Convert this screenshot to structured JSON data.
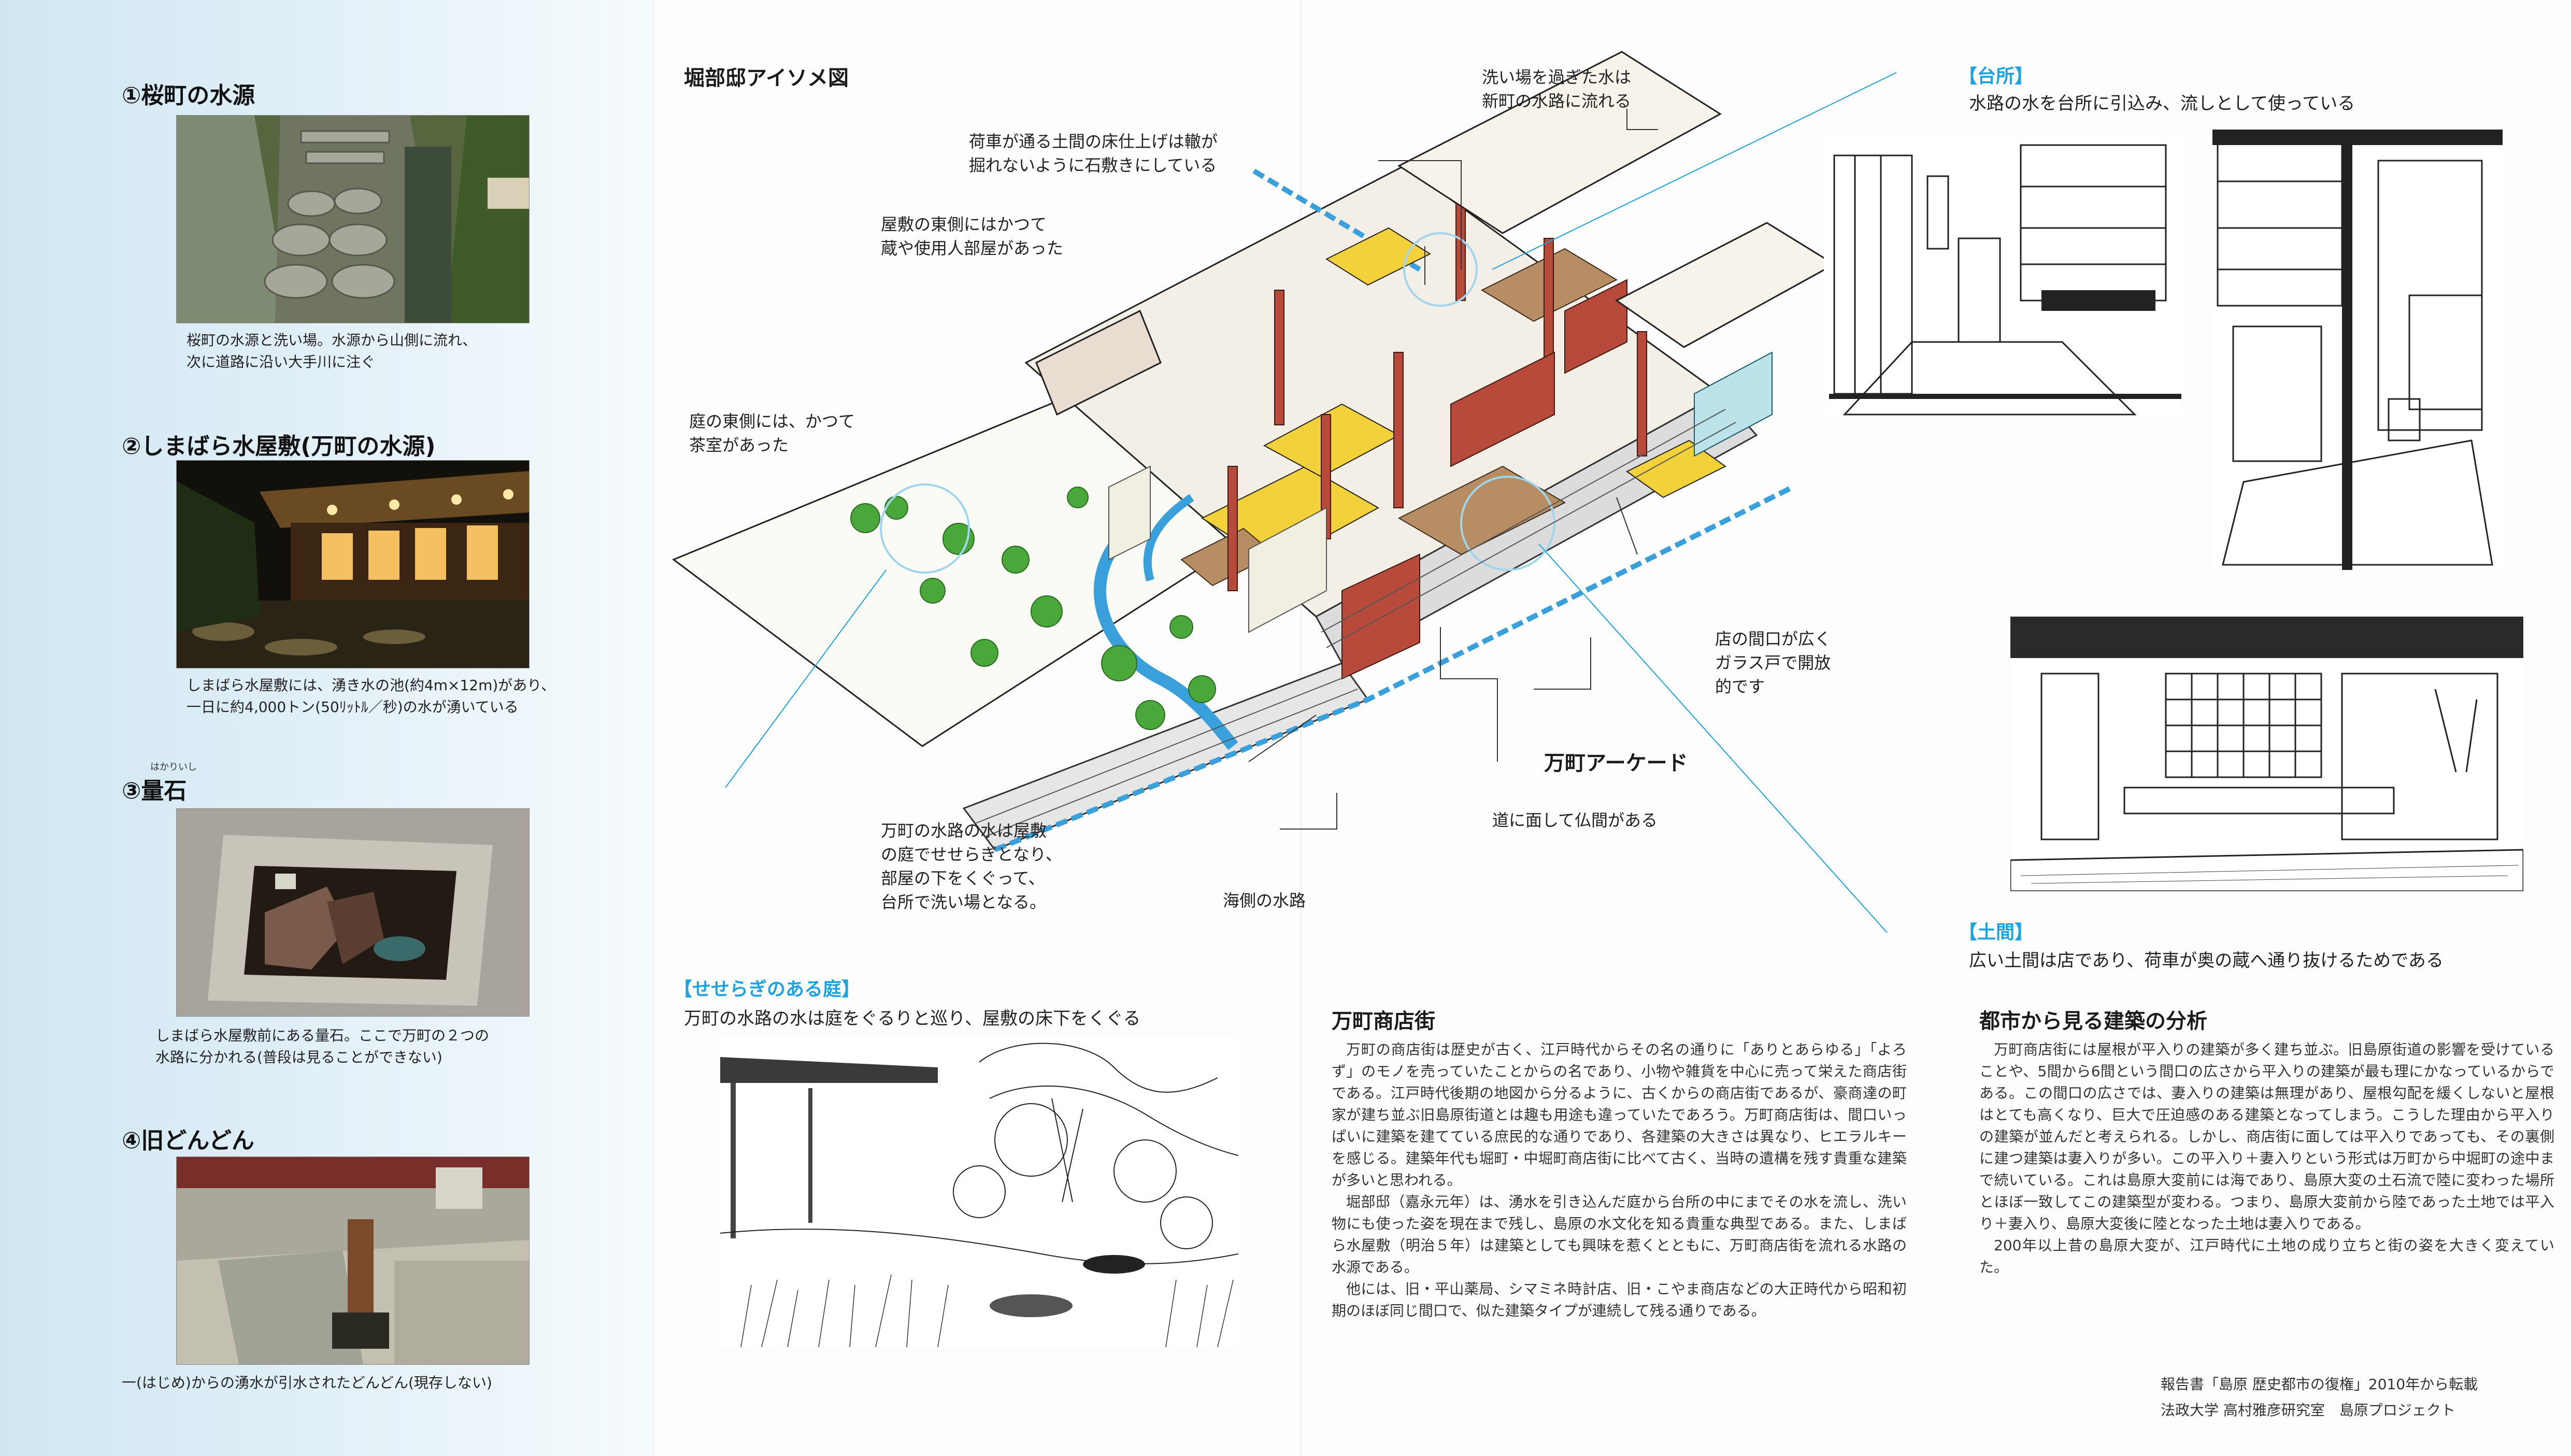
{
  "left": {
    "items": [
      {
        "title": "①桜町の水源",
        "caption": "桜町の水源と洗い場。水源から山側に流れ、\n次に道路に沿い大手川に注ぐ"
      },
      {
        "title": "②しまばら水屋敷(万町の水源)",
        "caption": "しまばら水屋敷には、湧き水の池(約4m×12m)があり、\n一日に約4,000トン(50ﾘｯﾄﾙ／秒)の水が湧いている"
      },
      {
        "title": "③量石",
        "ruby": "はかりいし",
        "caption": "しまばら水屋敷前にある量石。ここで万町の２つの\n水路に分かれる(普段は見ることができない)"
      },
      {
        "title": "④旧どんどん",
        "caption": "一(はじめ)からの湧水が引水されたどんどん(現存しない)"
      }
    ]
  },
  "iso": {
    "title": "堀部邸アイソメ図",
    "labels": {
      "l1": "荷車が通る土間の床仕上げは轍が\n掘れないように石敷きにしている",
      "l2": "屋敷の東側にはかつて\n蔵や使用人部屋があった",
      "l3": "洗い場を過ぎた水は\n新町の水路に流れる",
      "l4": "庭の東側には、かつて\n茶室があった",
      "l5": "店の間口が広く\nガラス戸で開放\n的です",
      "l6": "万町アーケード",
      "l7": "道に面して仏間がある",
      "l8": "万町の水路の水は屋敷\nの庭でせせらぎとなり、\n部屋の下をくぐって、\n台所で洗い場となる。",
      "l9": "海側の水路"
    }
  },
  "garden": {
    "heading": "【せせらぎのある庭】",
    "text": "万町の水路の水は庭をぐるりと巡り、屋敷の床下をくぐる"
  },
  "kitchen": {
    "heading": "【台所】",
    "text": "水路の水を台所に引込み、流しとして使っている"
  },
  "doma": {
    "heading": "【土間】",
    "text": "広い土間は店であり、荷車が奥の蔵へ通り抜けるためである"
  },
  "shopping": {
    "heading": "万町商店街",
    "paragraphs": [
      "万町の商店街は歴史が古く、江戸時代からその名の通りに「ありとあらゆる」「よろず」のモノを売っていたことからの名であり、小物や雑貨を中心に売って栄えた商店街である。江戸時代後期の地図から分るように、古くからの商店街であるが、豪商達の町家が建ち並ぶ旧島原街道とは趣も用途も違っていたであろう。万町商店街は、間口いっぱいに建築を建てている庶民的な通りであり、各建築の大きさは異なり、ヒエラルキーを感じる。建築年代も堀町・中堀町商店街に比べて古く、当時の遺構を残す貴重な建築が多いと思われる。",
      "堀部邸（嘉永元年）は、湧水を引き込んだ庭から台所の中にまでその水を流し、洗い物にも使った姿を現在まで残し、島原の水文化を知る貴重な典型である。また、しまばら水屋敷（明治５年）は建築としても興味を惹くとともに、万町商店街を流れる水路の水源である。",
      "他には、旧・平山薬局、シマミネ時計店、旧・こやま商店などの大正時代から昭和初期のほぼ同じ間口で、似た建築タイプが連続して残る通りである。"
    ]
  },
  "analysis": {
    "heading": "都市から見る建築の分析",
    "paragraphs": [
      "万町商店街には屋根が平入りの建築が多く建ち並ぶ。旧島原街道の影響を受けていることや、5間から6間という間口の広さから平入りの建築が最も理にかなっているからである。この間口の広さでは、妻入りの建築は無理があり、屋根勾配を緩くしないと屋根はとても高くなり、巨大で圧迫感のある建築となってしまう。こうした理由から平入りの建築が並んだと考えられる。しかし、商店街に面しては平入りであっても、その裏側に建つ建築は妻入りが多い。この平入り＋妻入りという形式は万町から中堀町の途中まで続いている。これは島原大変前には海であり、島原大変の土石流で陸に変わった場所とほぼ一致してこの建築型が変わる。つまり、島原大変前から陸であった土地では平入り＋妻入り、島原大変後に陸となった土地は妻入りである。",
      "200年以上昔の島原大変が、江戸時代に土地の成り立ちと街の姿を大きく変えていた。"
    ],
    "credit1": "報告書「島原 歴史都市の復権」2010年から転載",
    "credit2": "法政大学 高村雅彦研究室　島原プロジェクト"
  },
  "colors": {
    "accent": "#1aa3e0",
    "wall": "#b84a3c",
    "tatami": "#f2d13a",
    "water": "#3aa0dc",
    "leaf": "#4aa83a"
  }
}
